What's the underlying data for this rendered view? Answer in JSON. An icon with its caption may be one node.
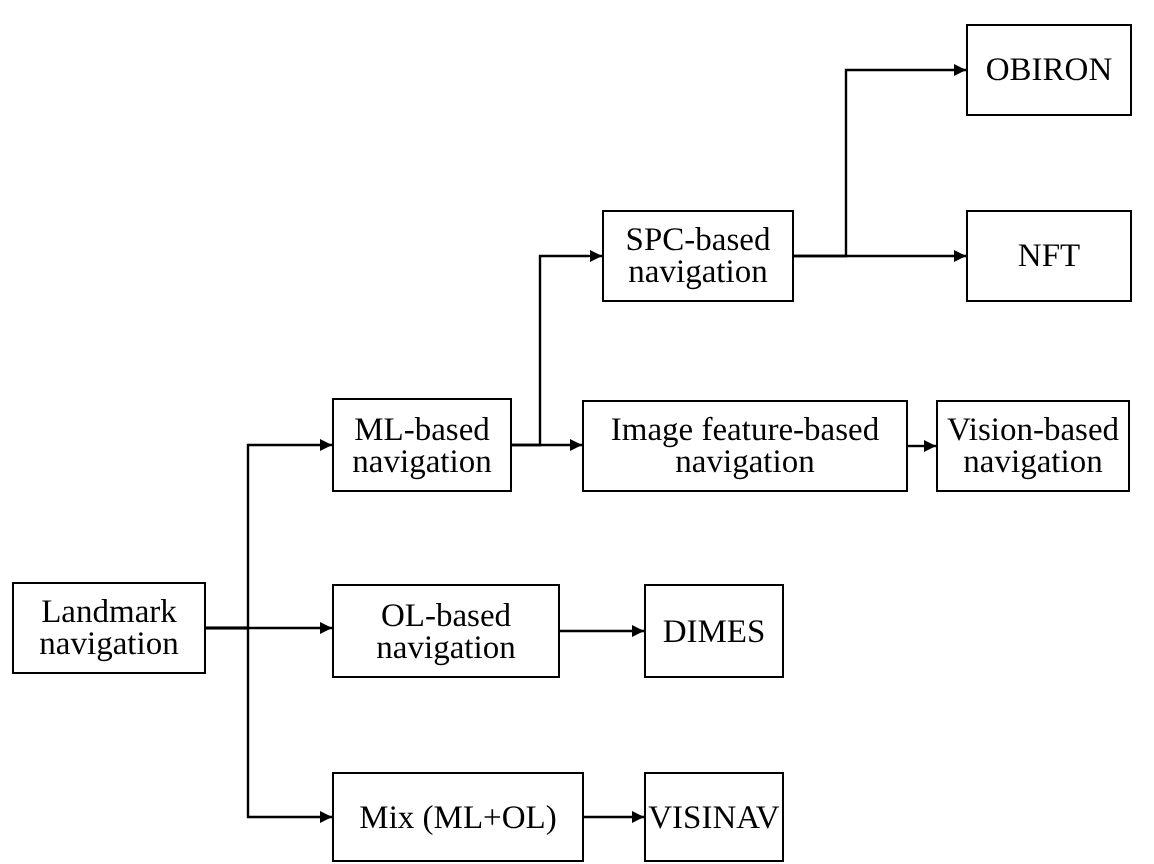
{
  "diagram": {
    "nodes": [
      {
        "text": [
          "Landmark navigation"
        ]
      },
      {
        "text": [
          "ML-based navigation"
        ]
      },
      {
        "text": [
          "OL-based navigation"
        ]
      },
      {
        "text": [
          "Mix (ML+OL)"
        ]
      },
      {
        "text": [
          "SPC-based navigation"
        ]
      },
      {
        "text": [
          "Image feature-based navigation"
        ]
      },
      {
        "text": [
          "Vision-based navigation"
        ]
      },
      {
        "text": [
          "OBIRON"
        ]
      },
      {
        "text": [
          "NFT"
        ]
      },
      {
        "text": [
          "DIMES"
        ]
      },
      {
        "text": [
          "VISINAV"
        ]
      }
    ],
    "edges": [
      {
        "from": 0,
        "to": 1,
        "arrow": "to"
      },
      {
        "from": 0,
        "to": 2,
        "arrow": "to"
      },
      {
        "from": 0,
        "to": 3,
        "arrow": "to"
      },
      {
        "from": 1,
        "to": 4,
        "arrow": "to"
      },
      {
        "from": 1,
        "to": 5,
        "arrow": "to"
      },
      {
        "from": 4,
        "to": 7,
        "arrow": "to"
      },
      {
        "from": 4,
        "to": 8,
        "arrow": "to"
      },
      {
        "from": 5,
        "to": 6,
        "arrow": "to"
      },
      {
        "from": 2,
        "to": 9,
        "arrow": "to"
      },
      {
        "from": 3,
        "to": 10,
        "arrow": "to"
      }
    ]
  }
}
